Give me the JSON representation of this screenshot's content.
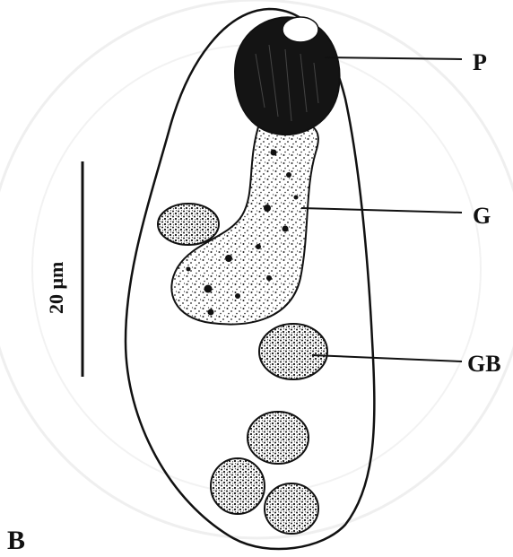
{
  "figure": {
    "panel_letter": "B",
    "scale_bar_label": "20 μm",
    "labels": {
      "p": "P",
      "g": "G",
      "gb": "GB"
    }
  }
}
